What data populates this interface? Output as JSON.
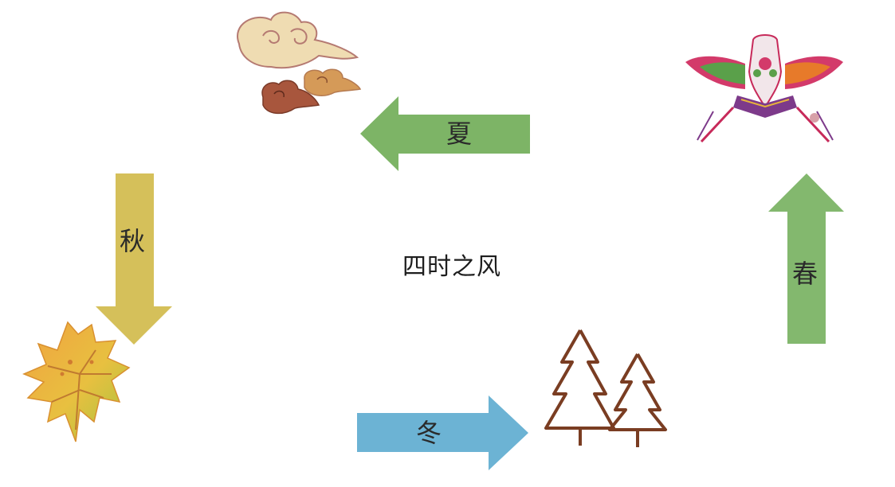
{
  "title": "四时之风",
  "seasons": {
    "spring": {
      "label": "春",
      "color": "#83b86e",
      "icon": "kite-icon"
    },
    "summer": {
      "label": "夏",
      "color": "#7db466",
      "icon": "cloud-icon"
    },
    "autumn": {
      "label": "秋",
      "color": "#d5c05a",
      "icon": "maple-leaf-icon"
    },
    "winter": {
      "label": "冬",
      "color": "#6cb3d4",
      "icon": "pine-trees-icon"
    }
  },
  "colors": {
    "cloud_light": "#efdcb2",
    "cloud_outline": "#b57a72",
    "cloud_dark": "#a8563d",
    "cloud_orange": "#d59a58",
    "tree_brown": "#7a3d22",
    "leaf_orange": "#f0a240",
    "leaf_green": "#a4c33e"
  }
}
